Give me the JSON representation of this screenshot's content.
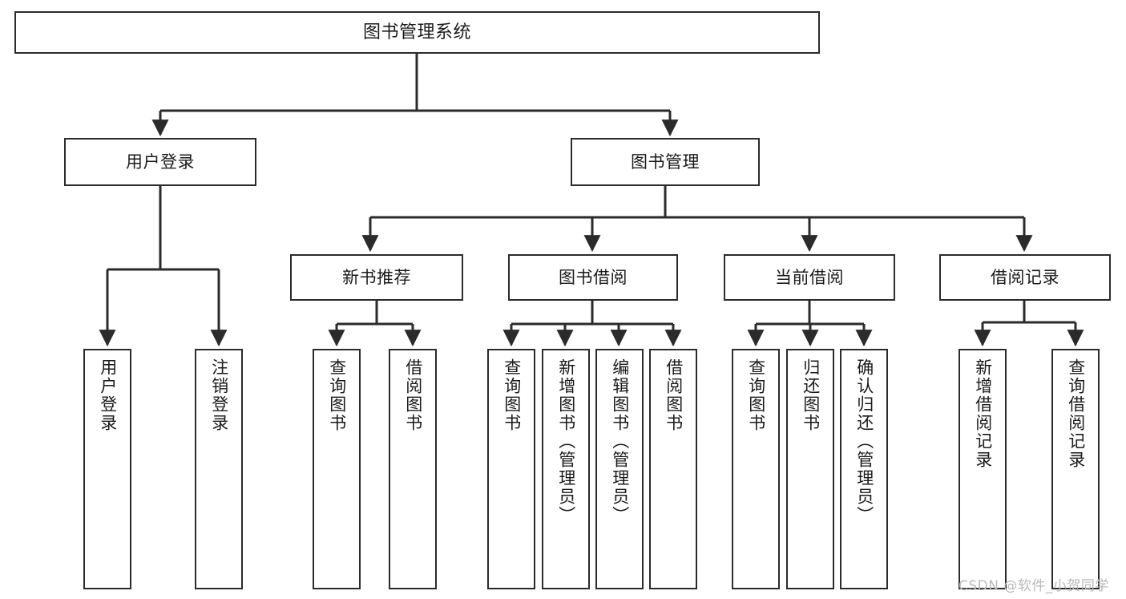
{
  "diagram": {
    "title": "图书管理系统",
    "type": "tree-hierarchy-chart",
    "colors": {
      "background": "#ffffff",
      "node_border": "#2b2b2b",
      "node_fill": "#ffffff",
      "edge": "#2b2b2b",
      "text": "#1a1a1a",
      "watermark": "#b9b9b9"
    }
  },
  "nodes": {
    "root": {
      "label": "图书管理系统"
    },
    "level2": [
      {
        "id": "user-login",
        "label": "用户登录"
      },
      {
        "id": "book-manage",
        "label": "图书管理"
      }
    ],
    "level3": [
      {
        "id": "new-book-rec",
        "label": "新书推荐"
      },
      {
        "id": "book-borrow",
        "label": "图书借阅"
      },
      {
        "id": "current-borrow",
        "label": "当前借阅"
      },
      {
        "id": "borrow-record",
        "label": "借阅记录"
      }
    ],
    "leaves": {
      "user_login": [
        {
          "id": "leaf-user-login",
          "label": "用户登录"
        },
        {
          "id": "leaf-logout",
          "label": "注销登录"
        }
      ],
      "new_book_rec": [
        {
          "id": "leaf-query-book-1",
          "label": "查询图书"
        },
        {
          "id": "leaf-borrow-book-1",
          "label": "借阅图书"
        }
      ],
      "book_borrow": [
        {
          "id": "leaf-query-book-2",
          "label": "查询图书"
        },
        {
          "id": "leaf-add-book",
          "label": "新增图书（管理员）"
        },
        {
          "id": "leaf-edit-book",
          "label": "编辑图书（管理员）"
        },
        {
          "id": "leaf-borrow-book-2",
          "label": "借阅图书"
        }
      ],
      "current_borrow": [
        {
          "id": "leaf-query-book-3",
          "label": "查询图书"
        },
        {
          "id": "leaf-return-book",
          "label": "归还图书"
        },
        {
          "id": "leaf-confirm-return",
          "label": "确认归还（管理员）"
        }
      ],
      "borrow_record": [
        {
          "id": "leaf-add-record",
          "label": "新增借阅记录"
        },
        {
          "id": "leaf-query-record",
          "label": "查询借阅记录"
        }
      ]
    }
  },
  "watermark": {
    "text": "CSDN @软件_小贺同学"
  }
}
